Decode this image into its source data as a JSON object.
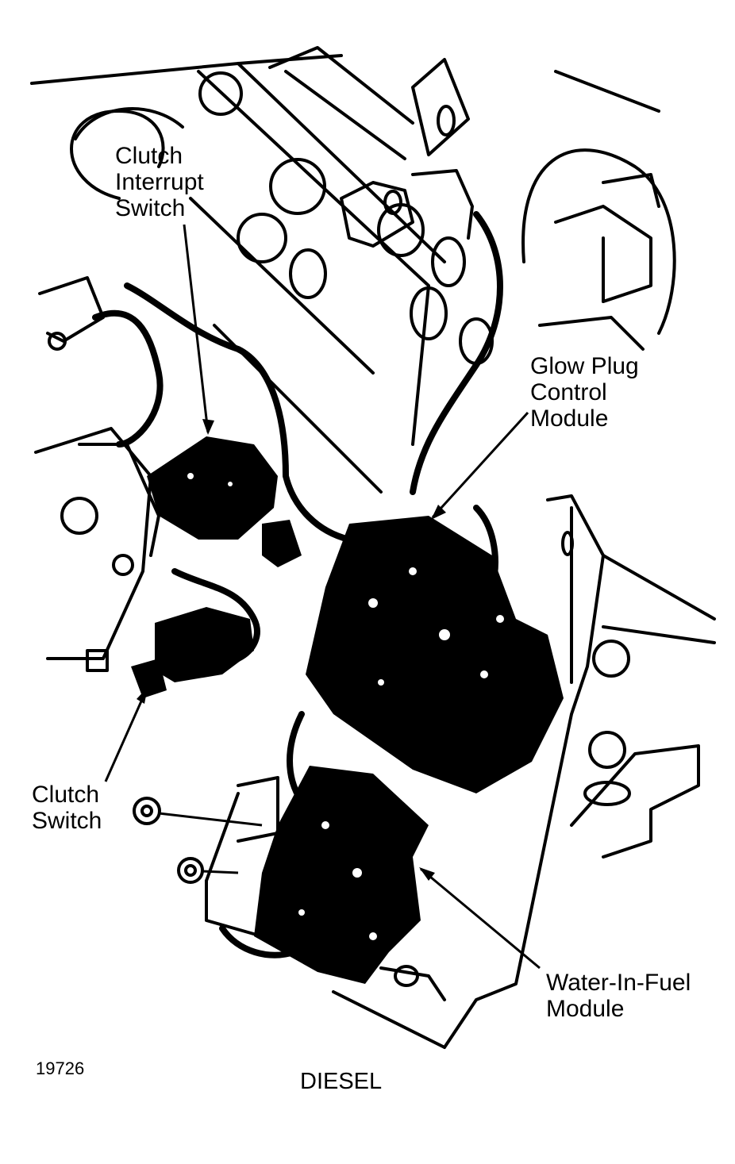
{
  "labels": {
    "clutch_interrupt_switch": [
      "Clutch",
      "Interrupt",
      "Switch"
    ],
    "glow_plug_control_module": [
      "Glow Plug",
      "Control",
      "Module"
    ],
    "clutch_switch": [
      "Clutch",
      "Switch"
    ],
    "water_in_fuel_module": [
      "Water-In-Fuel",
      "Module"
    ]
  },
  "figure_number": "19726",
  "caption": "DIESEL",
  "colors": {
    "ink": "#000000",
    "paper": "#ffffff"
  }
}
